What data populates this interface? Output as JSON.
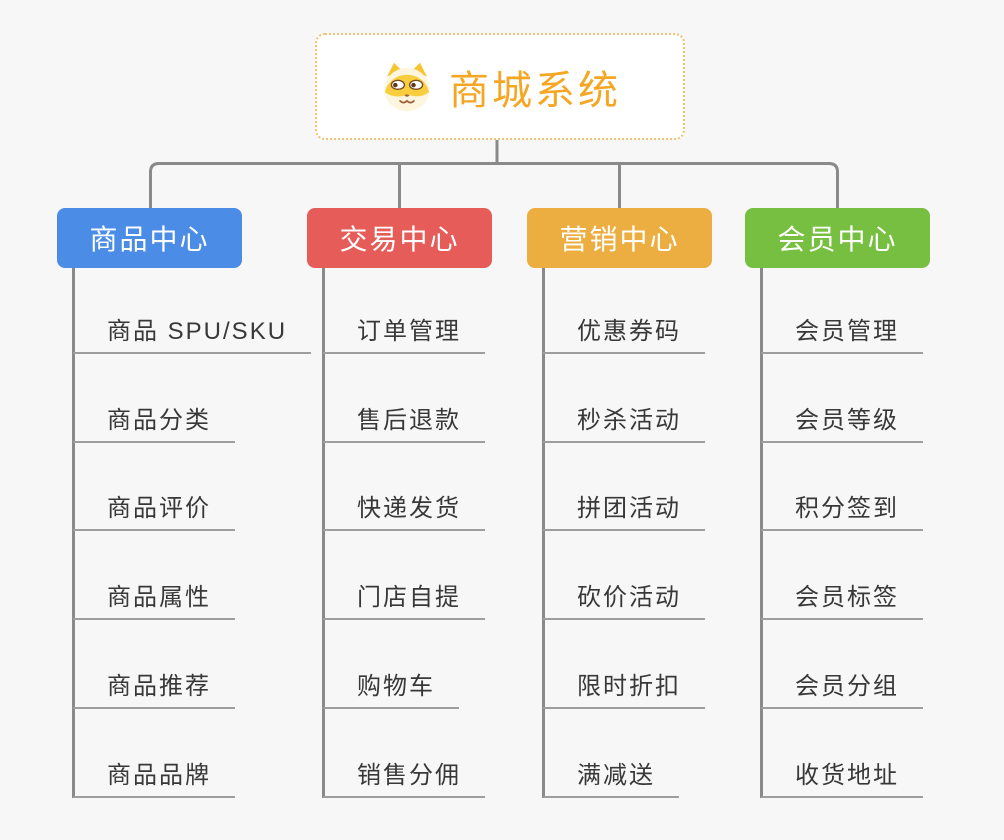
{
  "root": {
    "title": "商城系统",
    "icon": "dog-face-icon",
    "title_color": "#f5a623",
    "border_color": "#f0c173",
    "background": "#ffffff"
  },
  "branches": [
    {
      "label": "商品中心",
      "color": "#4b8de6",
      "items": [
        "商品 SPU/SKU",
        "商品分类",
        "商品评价",
        "商品属性",
        "商品推荐",
        "商品品牌"
      ]
    },
    {
      "label": "交易中心",
      "color": "#e55c58",
      "items": [
        "订单管理",
        "售后退款",
        "快递发货",
        "门店自提",
        "购物车",
        "销售分佣"
      ]
    },
    {
      "label": "营销中心",
      "color": "#ecae40",
      "items": [
        "优惠券码",
        "秒杀活动",
        "拼团活动",
        "砍价活动",
        "限时折扣",
        "满减送"
      ]
    },
    {
      "label": "会员中心",
      "color": "#76bf41",
      "items": [
        "会员管理",
        "会员等级",
        "积分签到",
        "会员标签",
        "会员分组",
        "收货地址"
      ]
    }
  ],
  "style": {
    "canvas_background": "#f7f7f7",
    "connector_color": "#8a8a8a",
    "leaf_underline_color": "#9e9e9e",
    "leaf_text_color": "#383838"
  }
}
